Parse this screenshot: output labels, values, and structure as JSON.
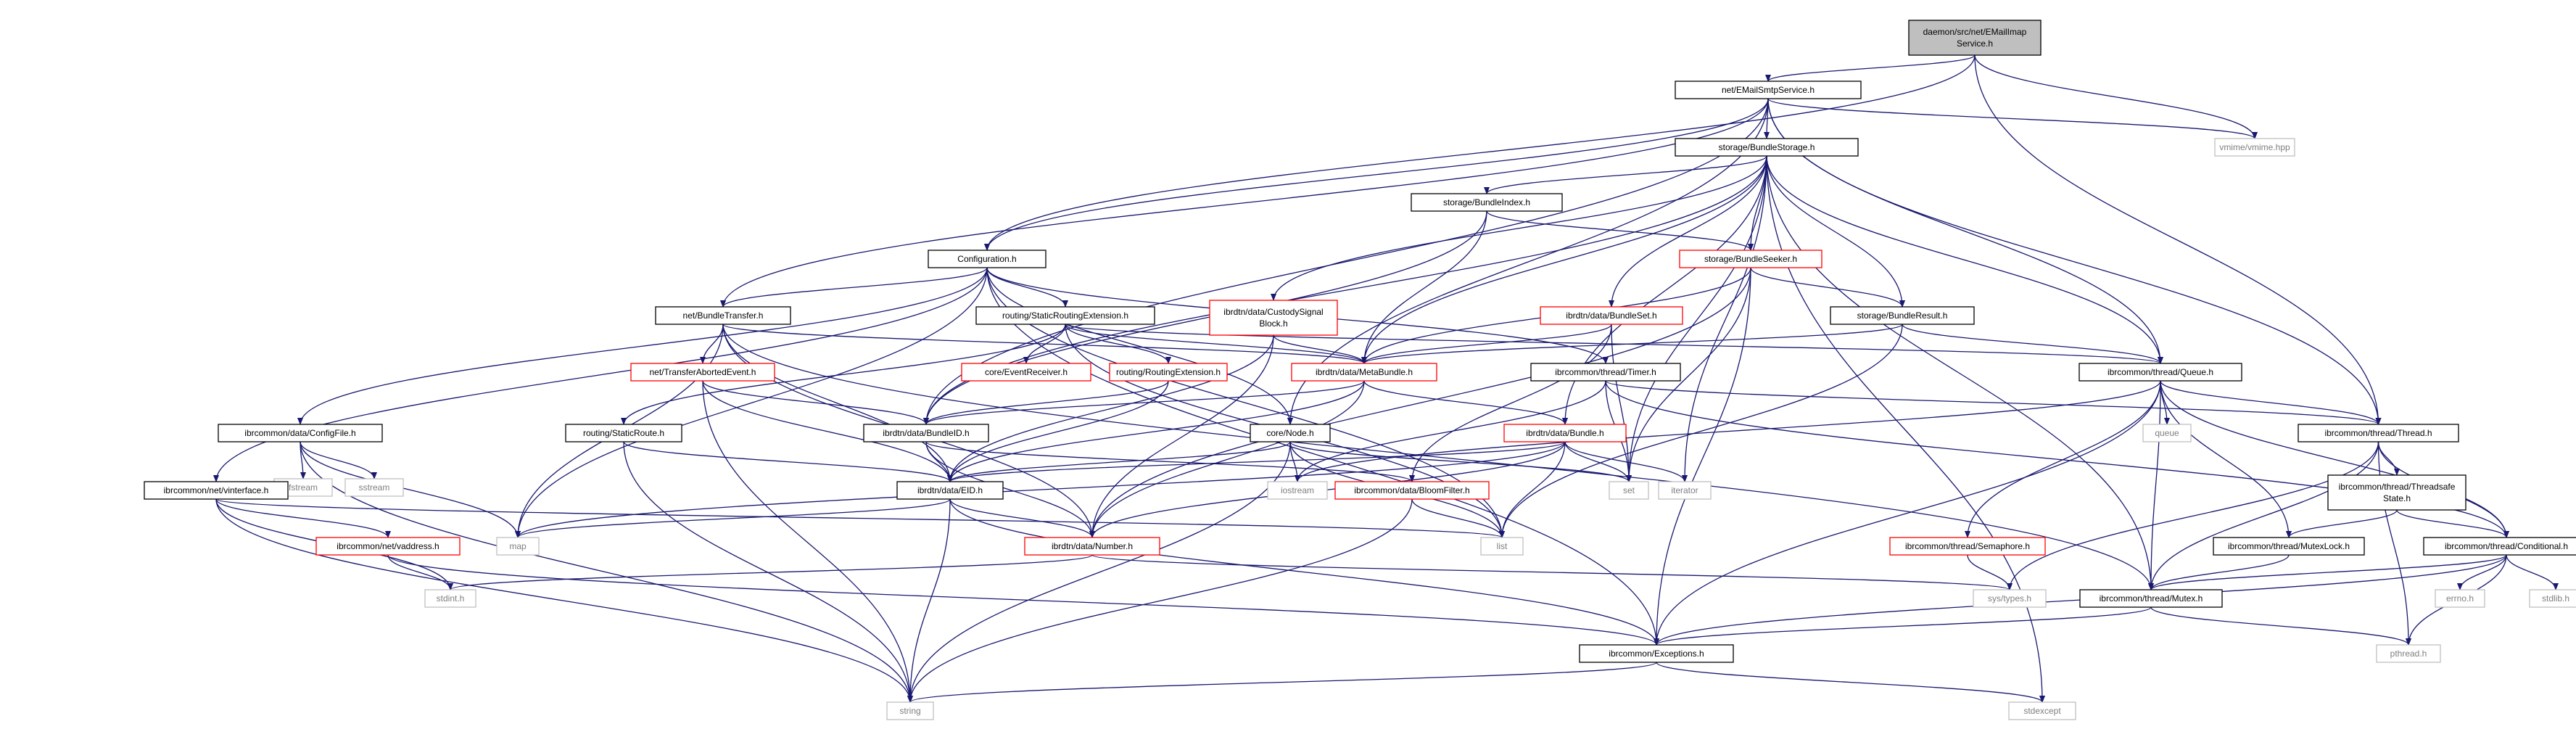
{
  "colors": {
    "edge": "#191970",
    "normal_border": "#000000",
    "missing_border": "#ff0000",
    "external_border": "#bfbfbf",
    "root_fill": "#bfbfbf",
    "text": "#000000",
    "external_text": "#7f7f7f"
  },
  "nodes": [
    {
      "id": "root",
      "lines": [
        "daemon/src/net/EMailImap",
        "Service.h"
      ],
      "kind": "root"
    },
    {
      "id": "smtp",
      "lines": [
        "net/EMailSmtpService.h"
      ],
      "kind": "normal"
    },
    {
      "id": "vmime",
      "lines": [
        "vmime/vmime.hpp"
      ],
      "kind": "external"
    },
    {
      "id": "bstorage",
      "lines": [
        "storage/BundleStorage.h"
      ],
      "kind": "normal"
    },
    {
      "id": "bindex",
      "lines": [
        "storage/BundleIndex.h"
      ],
      "kind": "normal"
    },
    {
      "id": "config",
      "lines": [
        "Configuration.h"
      ],
      "kind": "normal"
    },
    {
      "id": "bseeker",
      "lines": [
        "storage/BundleSeeker.h"
      ],
      "kind": "missing"
    },
    {
      "id": "custody",
      "lines": [
        "ibrdtn/data/CustodySignal",
        "Block.h"
      ],
      "kind": "missing"
    },
    {
      "id": "bset",
      "lines": [
        "ibrdtn/data/BundleSet.h"
      ],
      "kind": "missing"
    },
    {
      "id": "bresult",
      "lines": [
        "storage/BundleResult.h"
      ],
      "kind": "normal"
    },
    {
      "id": "btransfer",
      "lines": [
        "net/BundleTransfer.h"
      ],
      "kind": "normal"
    },
    {
      "id": "sre",
      "lines": [
        "routing/StaticRoutingExtension.h"
      ],
      "kind": "normal"
    },
    {
      "id": "nte",
      "lines": [
        "net/TransferAbortedEvent.h"
      ],
      "kind": "missing"
    },
    {
      "id": "evrecv",
      "lines": [
        "core/EventReceiver.h"
      ],
      "kind": "missing"
    },
    {
      "id": "rext",
      "lines": [
        "routing/RoutingExtension.h"
      ],
      "kind": "missing"
    },
    {
      "id": "metab",
      "lines": [
        "ibrdtn/data/MetaBundle.h"
      ],
      "kind": "missing"
    },
    {
      "id": "timer",
      "lines": [
        "ibrcommon/thread/Timer.h"
      ],
      "kind": "normal"
    },
    {
      "id": "queue",
      "lines": [
        "ibrcommon/thread/Queue.h"
      ],
      "kind": "normal"
    },
    {
      "id": "cfgfile",
      "lines": [
        "ibrcommon/data/ConfigFile.h"
      ],
      "kind": "normal"
    },
    {
      "id": "sroute",
      "lines": [
        "routing/StaticRoute.h"
      ],
      "kind": "normal"
    },
    {
      "id": "bid",
      "lines": [
        "ibrdtn/data/BundleID.h"
      ],
      "kind": "normal"
    },
    {
      "id": "cnode",
      "lines": [
        "core/Node.h"
      ],
      "kind": "normal"
    },
    {
      "id": "bundle",
      "lines": [
        "ibrdtn/data/Bundle.h"
      ],
      "kind": "missing"
    },
    {
      "id": "qq",
      "lines": [
        "queue"
      ],
      "kind": "external"
    },
    {
      "id": "thread",
      "lines": [
        "ibrcommon/thread/Thread.h"
      ],
      "kind": "normal"
    },
    {
      "id": "fstream",
      "lines": [
        "fstream"
      ],
      "kind": "external"
    },
    {
      "id": "sstream",
      "lines": [
        "sstream"
      ],
      "kind": "external"
    },
    {
      "id": "eid",
      "lines": [
        "ibrdtn/data/EID.h"
      ],
      "kind": "normal"
    },
    {
      "id": "bloom",
      "lines": [
        "ibrcommon/data/BloomFilter.h"
      ],
      "kind": "missing"
    },
    {
      "id": "iostream",
      "lines": [
        "iostream"
      ],
      "kind": "external"
    },
    {
      "id": "set",
      "lines": [
        "set"
      ],
      "kind": "external"
    },
    {
      "id": "iterator",
      "lines": [
        "iterator"
      ],
      "kind": "external"
    },
    {
      "id": "vif",
      "lines": [
        "ibrcommon/net/vinterface.h"
      ],
      "kind": "normal"
    },
    {
      "id": "tsstate",
      "lines": [
        "ibrcommon/thread/Threadsafe",
        "State.h"
      ],
      "kind": "normal"
    },
    {
      "id": "vaddr",
      "lines": [
        "ibrcommon/net/vaddress.h"
      ],
      "kind": "missing"
    },
    {
      "id": "number",
      "lines": [
        "ibrdtn/data/Number.h"
      ],
      "kind": "missing"
    },
    {
      "id": "map",
      "lines": [
        "map"
      ],
      "kind": "external"
    },
    {
      "id": "list",
      "lines": [
        "list"
      ],
      "kind": "external"
    },
    {
      "id": "sema",
      "lines": [
        "ibrcommon/thread/Semaphore.h"
      ],
      "kind": "missing"
    },
    {
      "id": "mlock",
      "lines": [
        "ibrcommon/thread/MutexLock.h"
      ],
      "kind": "normal"
    },
    {
      "id": "cond",
      "lines": [
        "ibrcommon/thread/Conditional.h"
      ],
      "kind": "normal"
    },
    {
      "id": "stdint",
      "lines": [
        "stdint.h"
      ],
      "kind": "external"
    },
    {
      "id": "systypes",
      "lines": [
        "sys/types.h"
      ],
      "kind": "external"
    },
    {
      "id": "mutex",
      "lines": [
        "ibrcommon/thread/Mutex.h"
      ],
      "kind": "normal"
    },
    {
      "id": "errno",
      "lines": [
        "errno.h"
      ],
      "kind": "external"
    },
    {
      "id": "stdlib",
      "lines": [
        "stdlib.h"
      ],
      "kind": "external"
    },
    {
      "id": "exc",
      "lines": [
        "ibrcommon/Exceptions.h"
      ],
      "kind": "normal"
    },
    {
      "id": "pthread",
      "lines": [
        "pthread.h"
      ],
      "kind": "external"
    },
    {
      "id": "string",
      "lines": [
        "string"
      ],
      "kind": "external"
    },
    {
      "id": "stdexcept",
      "lines": [
        "stdexcept"
      ],
      "kind": "external"
    }
  ],
  "edges": [
    [
      "root",
      "smtp"
    ],
    [
      "root",
      "vmime"
    ],
    [
      "root",
      "config"
    ],
    [
      "root",
      "thread"
    ],
    [
      "smtp",
      "vmime"
    ],
    [
      "smtp",
      "bstorage"
    ],
    [
      "smtp",
      "config"
    ],
    [
      "smtp",
      "btransfer"
    ],
    [
      "smtp",
      "queue"
    ],
    [
      "smtp",
      "thread"
    ],
    [
      "smtp",
      "bid"
    ],
    [
      "smtp",
      "cnode"
    ],
    [
      "bstorage",
      "bindex"
    ],
    [
      "bstorage",
      "bseeker"
    ],
    [
      "bstorage",
      "custody"
    ],
    [
      "bstorage",
      "bset"
    ],
    [
      "bstorage",
      "bresult"
    ],
    [
      "bstorage",
      "metab"
    ],
    [
      "bstorage",
      "queue"
    ],
    [
      "bstorage",
      "bundle"
    ],
    [
      "bstorage",
      "mutex"
    ],
    [
      "bstorage",
      "set"
    ],
    [
      "bstorage",
      "iterator"
    ],
    [
      "bstorage",
      "bid"
    ],
    [
      "bstorage",
      "stdexcept"
    ],
    [
      "bindex",
      "bseeker"
    ],
    [
      "bindex",
      "metab"
    ],
    [
      "bindex",
      "bid"
    ],
    [
      "bseeker",
      "bresult"
    ],
    [
      "bseeker",
      "metab"
    ],
    [
      "bseeker",
      "set"
    ],
    [
      "bseeker",
      "exc"
    ],
    [
      "bseeker",
      "number"
    ],
    [
      "custody",
      "metab"
    ],
    [
      "custody",
      "eid"
    ],
    [
      "custody",
      "number"
    ],
    [
      "bset",
      "metab"
    ],
    [
      "bset",
      "bloom"
    ],
    [
      "bset",
      "set"
    ],
    [
      "bresult",
      "metab"
    ],
    [
      "bresult",
      "queue"
    ],
    [
      "bresult",
      "list"
    ],
    [
      "config",
      "sre"
    ],
    [
      "config",
      "btransfer"
    ],
    [
      "config",
      "timer"
    ],
    [
      "config",
      "cfgfile"
    ],
    [
      "config",
      "vif"
    ],
    [
      "config",
      "cnode"
    ],
    [
      "config",
      "map"
    ],
    [
      "config",
      "list"
    ],
    [
      "config",
      "exc"
    ],
    [
      "btransfer",
      "nte"
    ],
    [
      "btransfer",
      "metab"
    ],
    [
      "btransfer",
      "eid"
    ],
    [
      "btransfer",
      "number"
    ],
    [
      "btransfer",
      "map"
    ],
    [
      "btransfer",
      "mutex"
    ],
    [
      "sre",
      "evrecv"
    ],
    [
      "sre",
      "rext"
    ],
    [
      "sre",
      "metab"
    ],
    [
      "sre",
      "sroute"
    ],
    [
      "sre",
      "queue"
    ],
    [
      "sre",
      "list"
    ],
    [
      "nte",
      "bid"
    ],
    [
      "nte",
      "eid"
    ],
    [
      "nte",
      "string"
    ],
    [
      "rext",
      "bid"
    ],
    [
      "rext",
      "eid"
    ],
    [
      "metab",
      "bid"
    ],
    [
      "metab",
      "bundle"
    ],
    [
      "metab",
      "eid"
    ],
    [
      "metab",
      "number"
    ],
    [
      "timer",
      "thread"
    ],
    [
      "timer",
      "cond"
    ],
    [
      "timer",
      "set"
    ],
    [
      "timer",
      "iostream"
    ],
    [
      "queue",
      "qq"
    ],
    [
      "queue",
      "thread"
    ],
    [
      "queue",
      "mlock"
    ],
    [
      "queue",
      "cond"
    ],
    [
      "queue",
      "sema"
    ],
    [
      "queue",
      "exc"
    ],
    [
      "queue",
      "mutex"
    ],
    [
      "queue",
      "iostream"
    ],
    [
      "cfgfile",
      "fstream"
    ],
    [
      "cfgfile",
      "sstream"
    ],
    [
      "cfgfile",
      "map"
    ],
    [
      "cfgfile",
      "string"
    ],
    [
      "sroute",
      "eid"
    ],
    [
      "sroute",
      "string"
    ],
    [
      "bid",
      "eid"
    ],
    [
      "bid",
      "number"
    ],
    [
      "bid",
      "bloom"
    ],
    [
      "cnode",
      "eid"
    ],
    [
      "cnode",
      "iostream"
    ],
    [
      "cnode",
      "set"
    ],
    [
      "cnode",
      "list"
    ],
    [
      "cnode",
      "string"
    ],
    [
      "bundle",
      "eid"
    ],
    [
      "bundle",
      "number"
    ],
    [
      "bundle",
      "set"
    ],
    [
      "bundle",
      "list"
    ],
    [
      "bundle",
      "iterator"
    ],
    [
      "bundle",
      "map"
    ],
    [
      "thread",
      "tsstate"
    ],
    [
      "thread",
      "cond"
    ],
    [
      "thread",
      "mutex"
    ],
    [
      "thread",
      "systypes"
    ],
    [
      "thread",
      "pthread"
    ],
    [
      "eid",
      "number"
    ],
    [
      "eid",
      "map"
    ],
    [
      "eid",
      "string"
    ],
    [
      "eid",
      "exc"
    ],
    [
      "bloom",
      "list"
    ],
    [
      "bloom",
      "string"
    ],
    [
      "vif",
      "vaddr"
    ],
    [
      "vif",
      "list"
    ],
    [
      "vif",
      "stdint"
    ],
    [
      "vif",
      "string"
    ],
    [
      "tsstate",
      "mlock"
    ],
    [
      "tsstate",
      "cond"
    ],
    [
      "vaddr",
      "stdint"
    ],
    [
      "vaddr",
      "exc"
    ],
    [
      "number",
      "stdint"
    ],
    [
      "number",
      "systypes"
    ],
    [
      "sema",
      "systypes"
    ],
    [
      "mlock",
      "mutex"
    ],
    [
      "cond",
      "mutex"
    ],
    [
      "cond",
      "errno"
    ],
    [
      "cond",
      "stdlib"
    ],
    [
      "cond",
      "pthread"
    ],
    [
      "cond",
      "exc"
    ],
    [
      "mutex",
      "exc"
    ],
    [
      "mutex",
      "pthread"
    ],
    [
      "exc",
      "string"
    ],
    [
      "exc",
      "stdexcept"
    ]
  ]
}
